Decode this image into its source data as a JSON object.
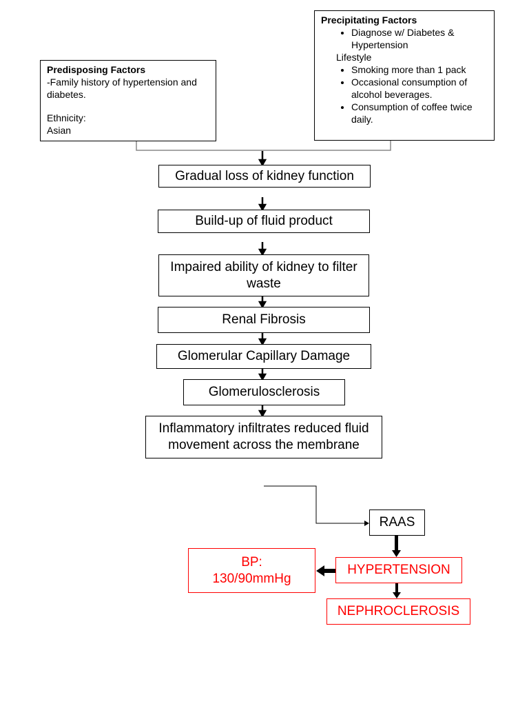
{
  "predisposing": {
    "title": "Predisposing Factors",
    "line1": "-Family history of hypertension and diabetes.",
    "ethnicity_label": "Ethnicity:",
    "ethnicity_value": "Asian"
  },
  "precipitating": {
    "title": "Precipitating Factors",
    "item1": "Diagnose w/ Diabetes & Hypertension",
    "lifestyle_label": "Lifestyle",
    "items": [
      "Smoking more than 1 pack",
      "Occasional consumption of alcohol beverages.",
      "Consumption of coffee twice daily."
    ]
  },
  "steps": [
    "Gradual loss of kidney function",
    "Build-up of fluid product",
    "Impaired ability of kidney to filter waste",
    "Renal Fibrosis",
    "Glomerular Capillary Damage",
    "Glomerulosclerosis",
    "Inflammatory infiltrates reduced fluid movement across the membrane"
  ],
  "raas": "RAAS",
  "hypertension": "HYPERTENSION",
  "nephrosclerosis": "NEPHROCLEROSIS",
  "bp_label": "BP:",
  "bp_value": "130/90mmHg",
  "colors": {
    "line": "#000000",
    "connector_gray": "#888888",
    "alert_red": "#ff0000"
  }
}
